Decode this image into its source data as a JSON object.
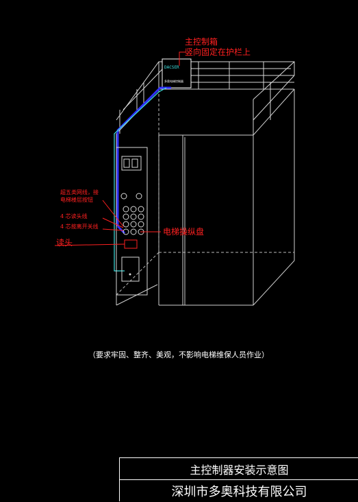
{
  "labels": {
    "controller_box_title": "主控制箱",
    "controller_box_mount": "竖向固定在护栏上",
    "no5_line_left": "超五类网线，接",
    "no5_line_left2": "电梯楼层按钮",
    "four_core_head": "4 芯读头线",
    "four_core_switch": "4 芯按离开关线",
    "reader": "读头",
    "control_panel": "电梯操纵盘",
    "controller_screen": "DACSER",
    "controller_caption": "多奥电梯控制器"
  },
  "note": "（要求牢固、整齐、美观，不影响电梯维保人员作业）",
  "title_block": {
    "drawing_title": "主控制器安装示意图",
    "company": "深圳市多奥科技有限公司"
  },
  "colors": {
    "background": "#000000",
    "label_red": "#ff2020",
    "cable_blue": "#3030ff",
    "cable_cyan": "#40e0e0",
    "line_white": "#cfcfcf"
  }
}
